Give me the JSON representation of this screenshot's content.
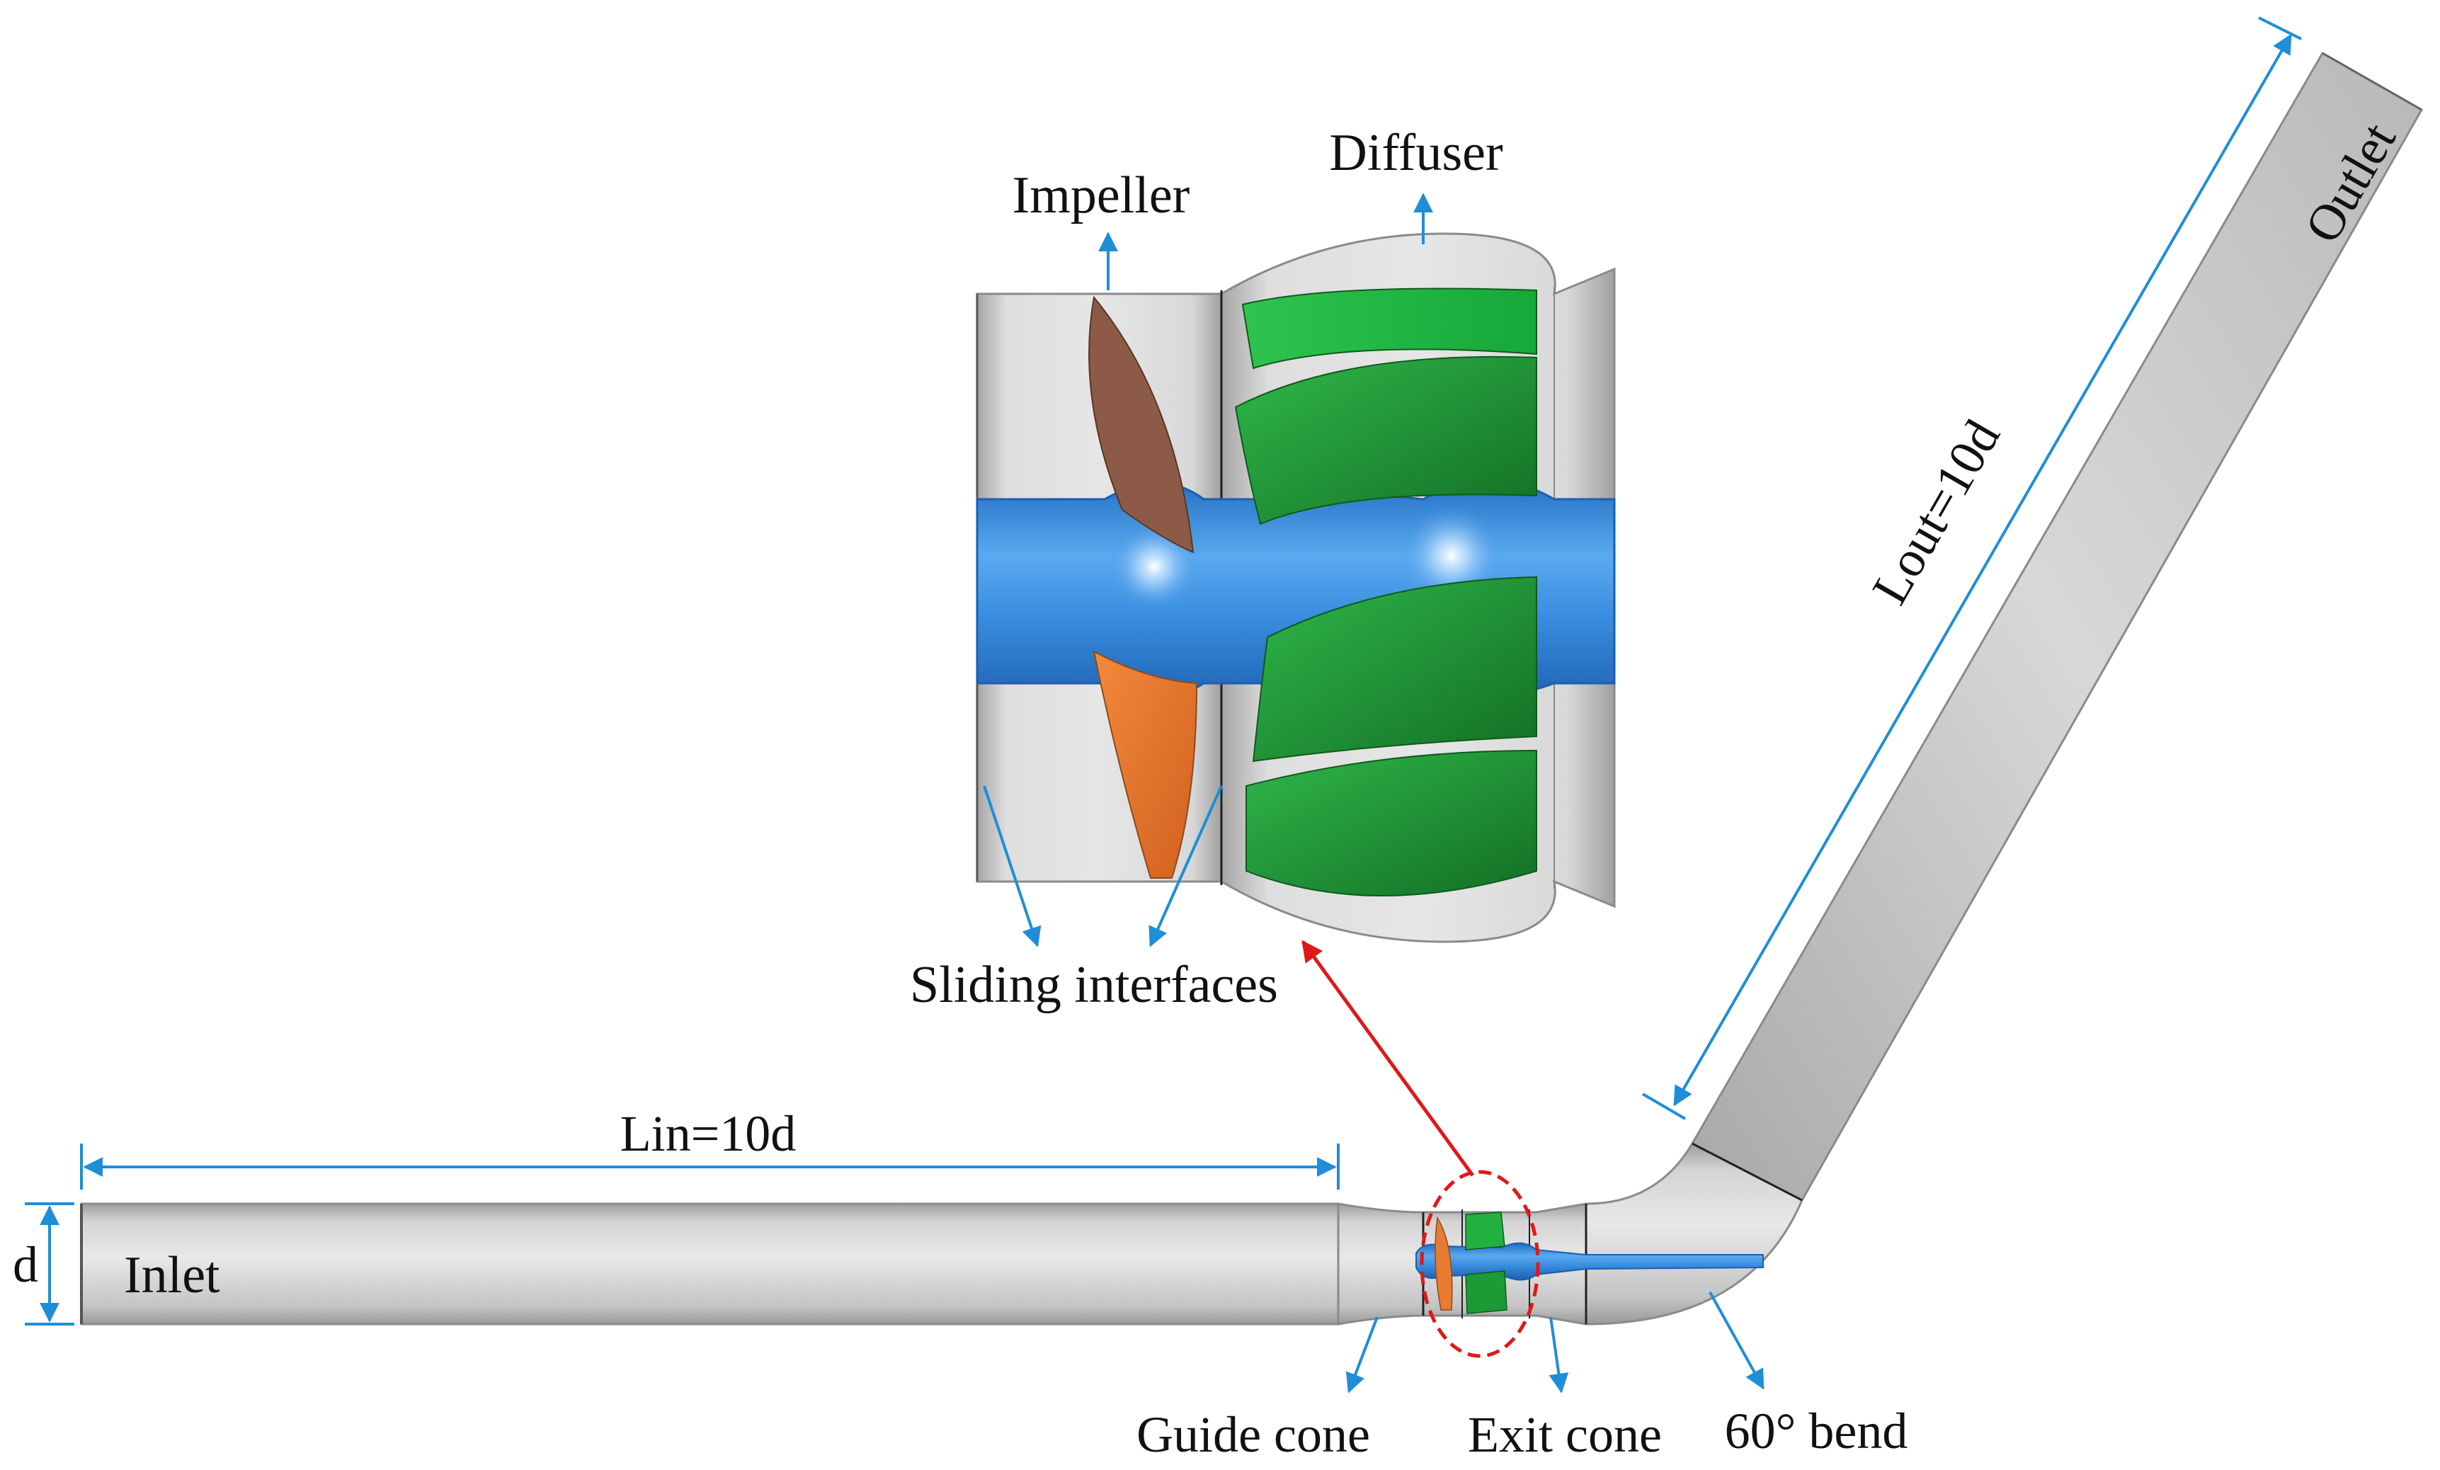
{
  "labels": {
    "impeller": "Impeller",
    "diffuser": "Diffuser",
    "outlet": "Outlet",
    "lout": "Lout=10d",
    "lin": "Lin=10d",
    "d": "d",
    "inlet": "Inlet",
    "sliding": "Sliding interfaces",
    "guide_cone": "Guide cone",
    "exit_cone": "Exit cone",
    "bend": "60° bend"
  },
  "colors": {
    "pipe": "#c8c8c8",
    "pipe_edge": "#8a8a8a",
    "hub": "#3a8ee0",
    "impeller_blade": "#e87a32",
    "impeller_blade_back": "#8e5a48",
    "diffuser_vane": "#1f9a36",
    "diffuser_vane_light": "#33cc55",
    "dimension_line": "#1e8ed8",
    "callout_arrow": "#1e8ed8",
    "zoom_arrow": "#e01818",
    "zoom_circle": "#e01818"
  }
}
